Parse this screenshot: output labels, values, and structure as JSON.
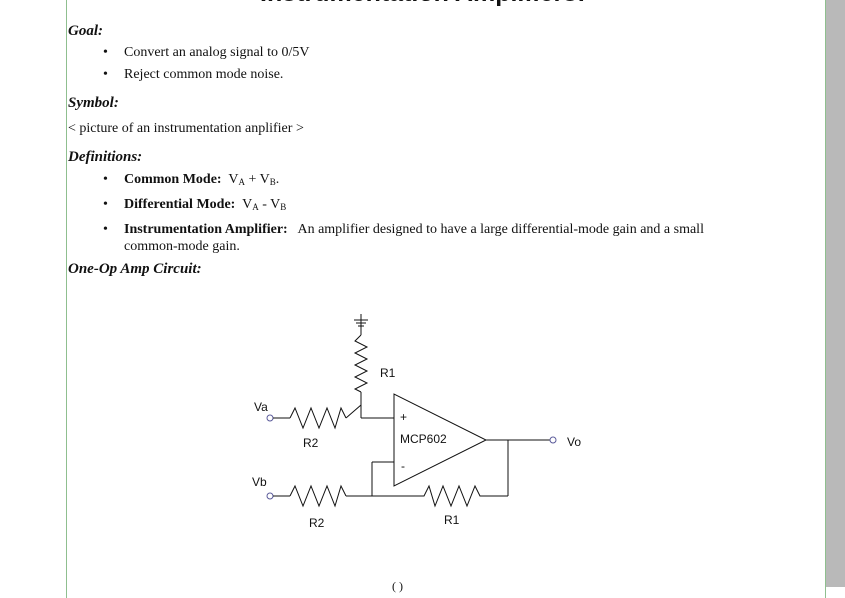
{
  "title": "Instrumentation Amplifiers:",
  "goal": {
    "heading": "Goal:",
    "items": [
      "Convert an analog signal to 0/5V",
      "Reject common mode noise."
    ]
  },
  "symbol": {
    "heading": "Symbol:",
    "text": "< picture of an instrumentation anplifier >"
  },
  "definitions": {
    "heading": "Definitions:",
    "common_mode": {
      "term": "Common Mode:",
      "v1": "V",
      "s1": "A",
      "op": " + ",
      "v2": "V",
      "s2": "B",
      "end": "."
    },
    "differential_mode": {
      "term": "Differential Mode:",
      "v1": "V",
      "s1": "A",
      "op": " - ",
      "v2": "V",
      "s2": "B"
    },
    "inst_amp": {
      "term": "Instrumentation Amplifier:",
      "line1": "An amplifier designed to have a large differential-mode gain and a small",
      "line2": "common-mode gain."
    }
  },
  "circuit": {
    "heading": "One-Op Amp Circuit:",
    "labels": {
      "va": "Va",
      "vb": "Vb",
      "vo": "Vo",
      "r2_top": "R2",
      "r2_bottom": "R2",
      "r1_top": "R1",
      "r1_bottom": "R1",
      "opamp": "MCP602",
      "plus": "+",
      "minus": "-"
    }
  },
  "bullet_char": "•",
  "caption_fragment": "( )"
}
